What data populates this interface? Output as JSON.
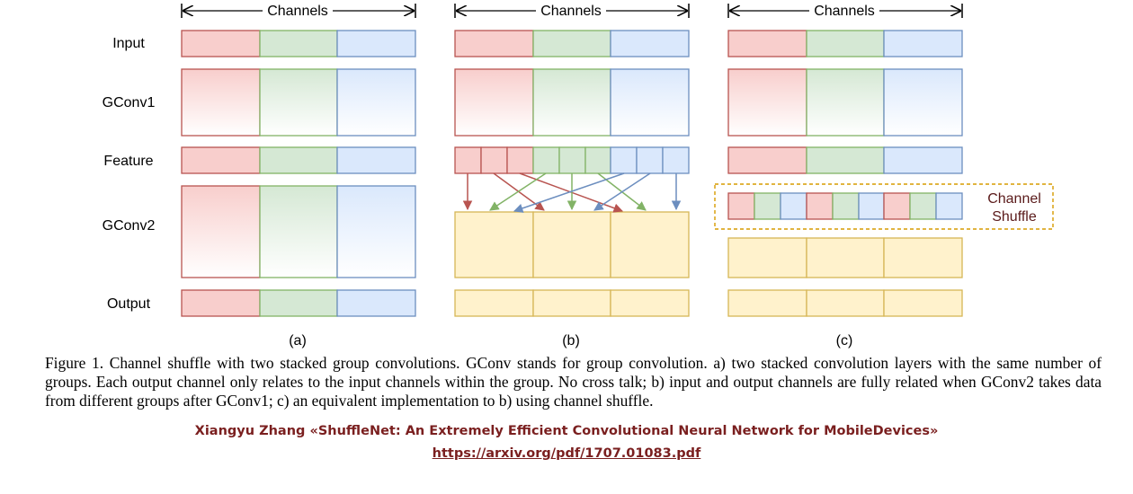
{
  "row_labels": [
    "Input",
    "GConv1",
    "Feature",
    "GConv2",
    "Output"
  ],
  "channels_label": "Channels",
  "panel_labels": [
    "(a)",
    "(b)",
    "(c)"
  ],
  "channel_shuffle_label": [
    "Channel",
    "Shuffle"
  ],
  "colors": {
    "red_stroke": "#b85450",
    "red_fill": "#f8cecc",
    "green_stroke": "#82b366",
    "green_fill": "#d5e8d4",
    "blue_stroke": "#6c8ebf",
    "blue_fill": "#dae8fc",
    "yellow_stroke": "#d6b656",
    "yellow_fill": "#fff2cc",
    "shuffle_border": "#d79b00",
    "shuffle_text": "#5a1a1a"
  },
  "caption": "Figure 1. Channel shuffle with two stacked group convolutions. GConv stands for group convolution. a) two stacked convolution layers with the same number of groups. Each output channel only relates to the input channels within the group. No cross talk; b) input and output channels are fully related when GConv2 takes data from different groups after GConv1; c) an equivalent implementation to b) using channel shuffle.",
  "credit": {
    "line1": "Xiangyu Zhang «ShuffleNet: An Extremely Efficient Convolutional Neural Network for MobileDevices»",
    "line2": "https://arxiv.org/pdf/1707.01083.pdf"
  }
}
